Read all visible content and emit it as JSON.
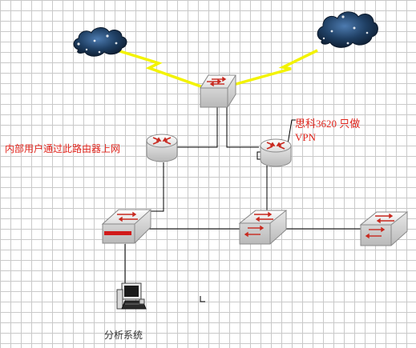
{
  "labels": {
    "inner_users": "内部用户通过此路由器上网",
    "cisco_line1": "思科3620 只做",
    "cisco_line2": "VPN",
    "analysis_system": "分析系统"
  },
  "icons": {
    "cloud": "cloud-icon",
    "router": "router-icon",
    "switch": "switch-icon",
    "workstation": "workstation-icon",
    "wan_link": "lightning-link"
  },
  "colors": {
    "label": "#e0241c",
    "wan_link": "#f3f300",
    "device_body": "#ececec",
    "device_outline": "#8a8a8a",
    "arrow": "#c8281e",
    "cloud": "#1f3f63",
    "link": "#000000"
  }
}
